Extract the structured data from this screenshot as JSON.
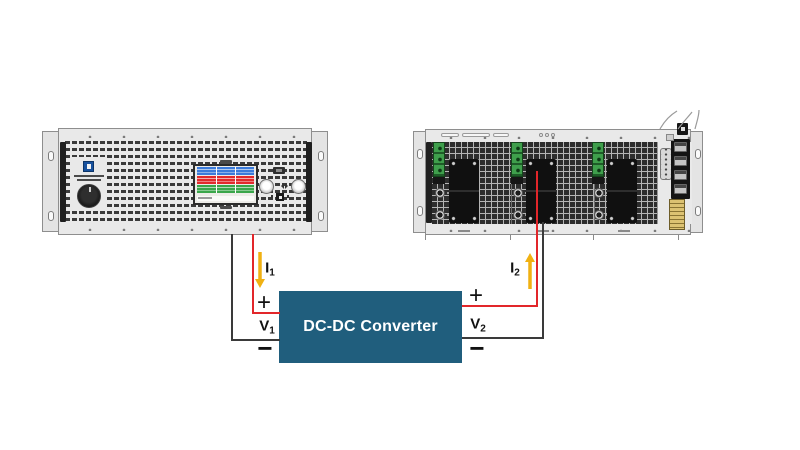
{
  "canvas": {
    "background": "#ffffff"
  },
  "diagram": {
    "converter": {
      "label": "DC-DC Converter",
      "fill": "#205e7d",
      "text_color": "#ffffff"
    },
    "left_branch": {
      "current": {
        "base": "I",
        "sub": "1"
      },
      "current_direction": "down",
      "plus": "+",
      "voltage": {
        "base": "V",
        "sub": "1"
      },
      "minus": "−"
    },
    "right_branch": {
      "current": {
        "base": "I",
        "sub": "2"
      },
      "current_direction": "up",
      "plus": "+",
      "voltage": {
        "base": "V",
        "sub": "2"
      },
      "minus": "−"
    },
    "colors": {
      "positive_wire": "#e2262a",
      "negative_wire": "#3a3a3a",
      "current_arrow": "#f0b112",
      "label_text": "#111111"
    }
  },
  "left_device": {
    "type": "power-supply-front-view",
    "display": {
      "screen_bg": "#edece8",
      "row_colors": [
        "#3b7bdb",
        "#e12a2b",
        "#3aa64a"
      ]
    },
    "colors": {
      "chassis": "#e9e9e9",
      "vent_slats": "#3a3a3a",
      "trim": "#1f1f1f",
      "logo": "#17519e"
    }
  },
  "right_device": {
    "type": "power-supply-rear-view",
    "colors": {
      "chassis": "#e9e9e9",
      "mesh": "#2d2d2d",
      "terminal_block_green": "#3f9f4c",
      "dc_panel": "#101010",
      "pin_strip": "#dcc272"
    }
  }
}
